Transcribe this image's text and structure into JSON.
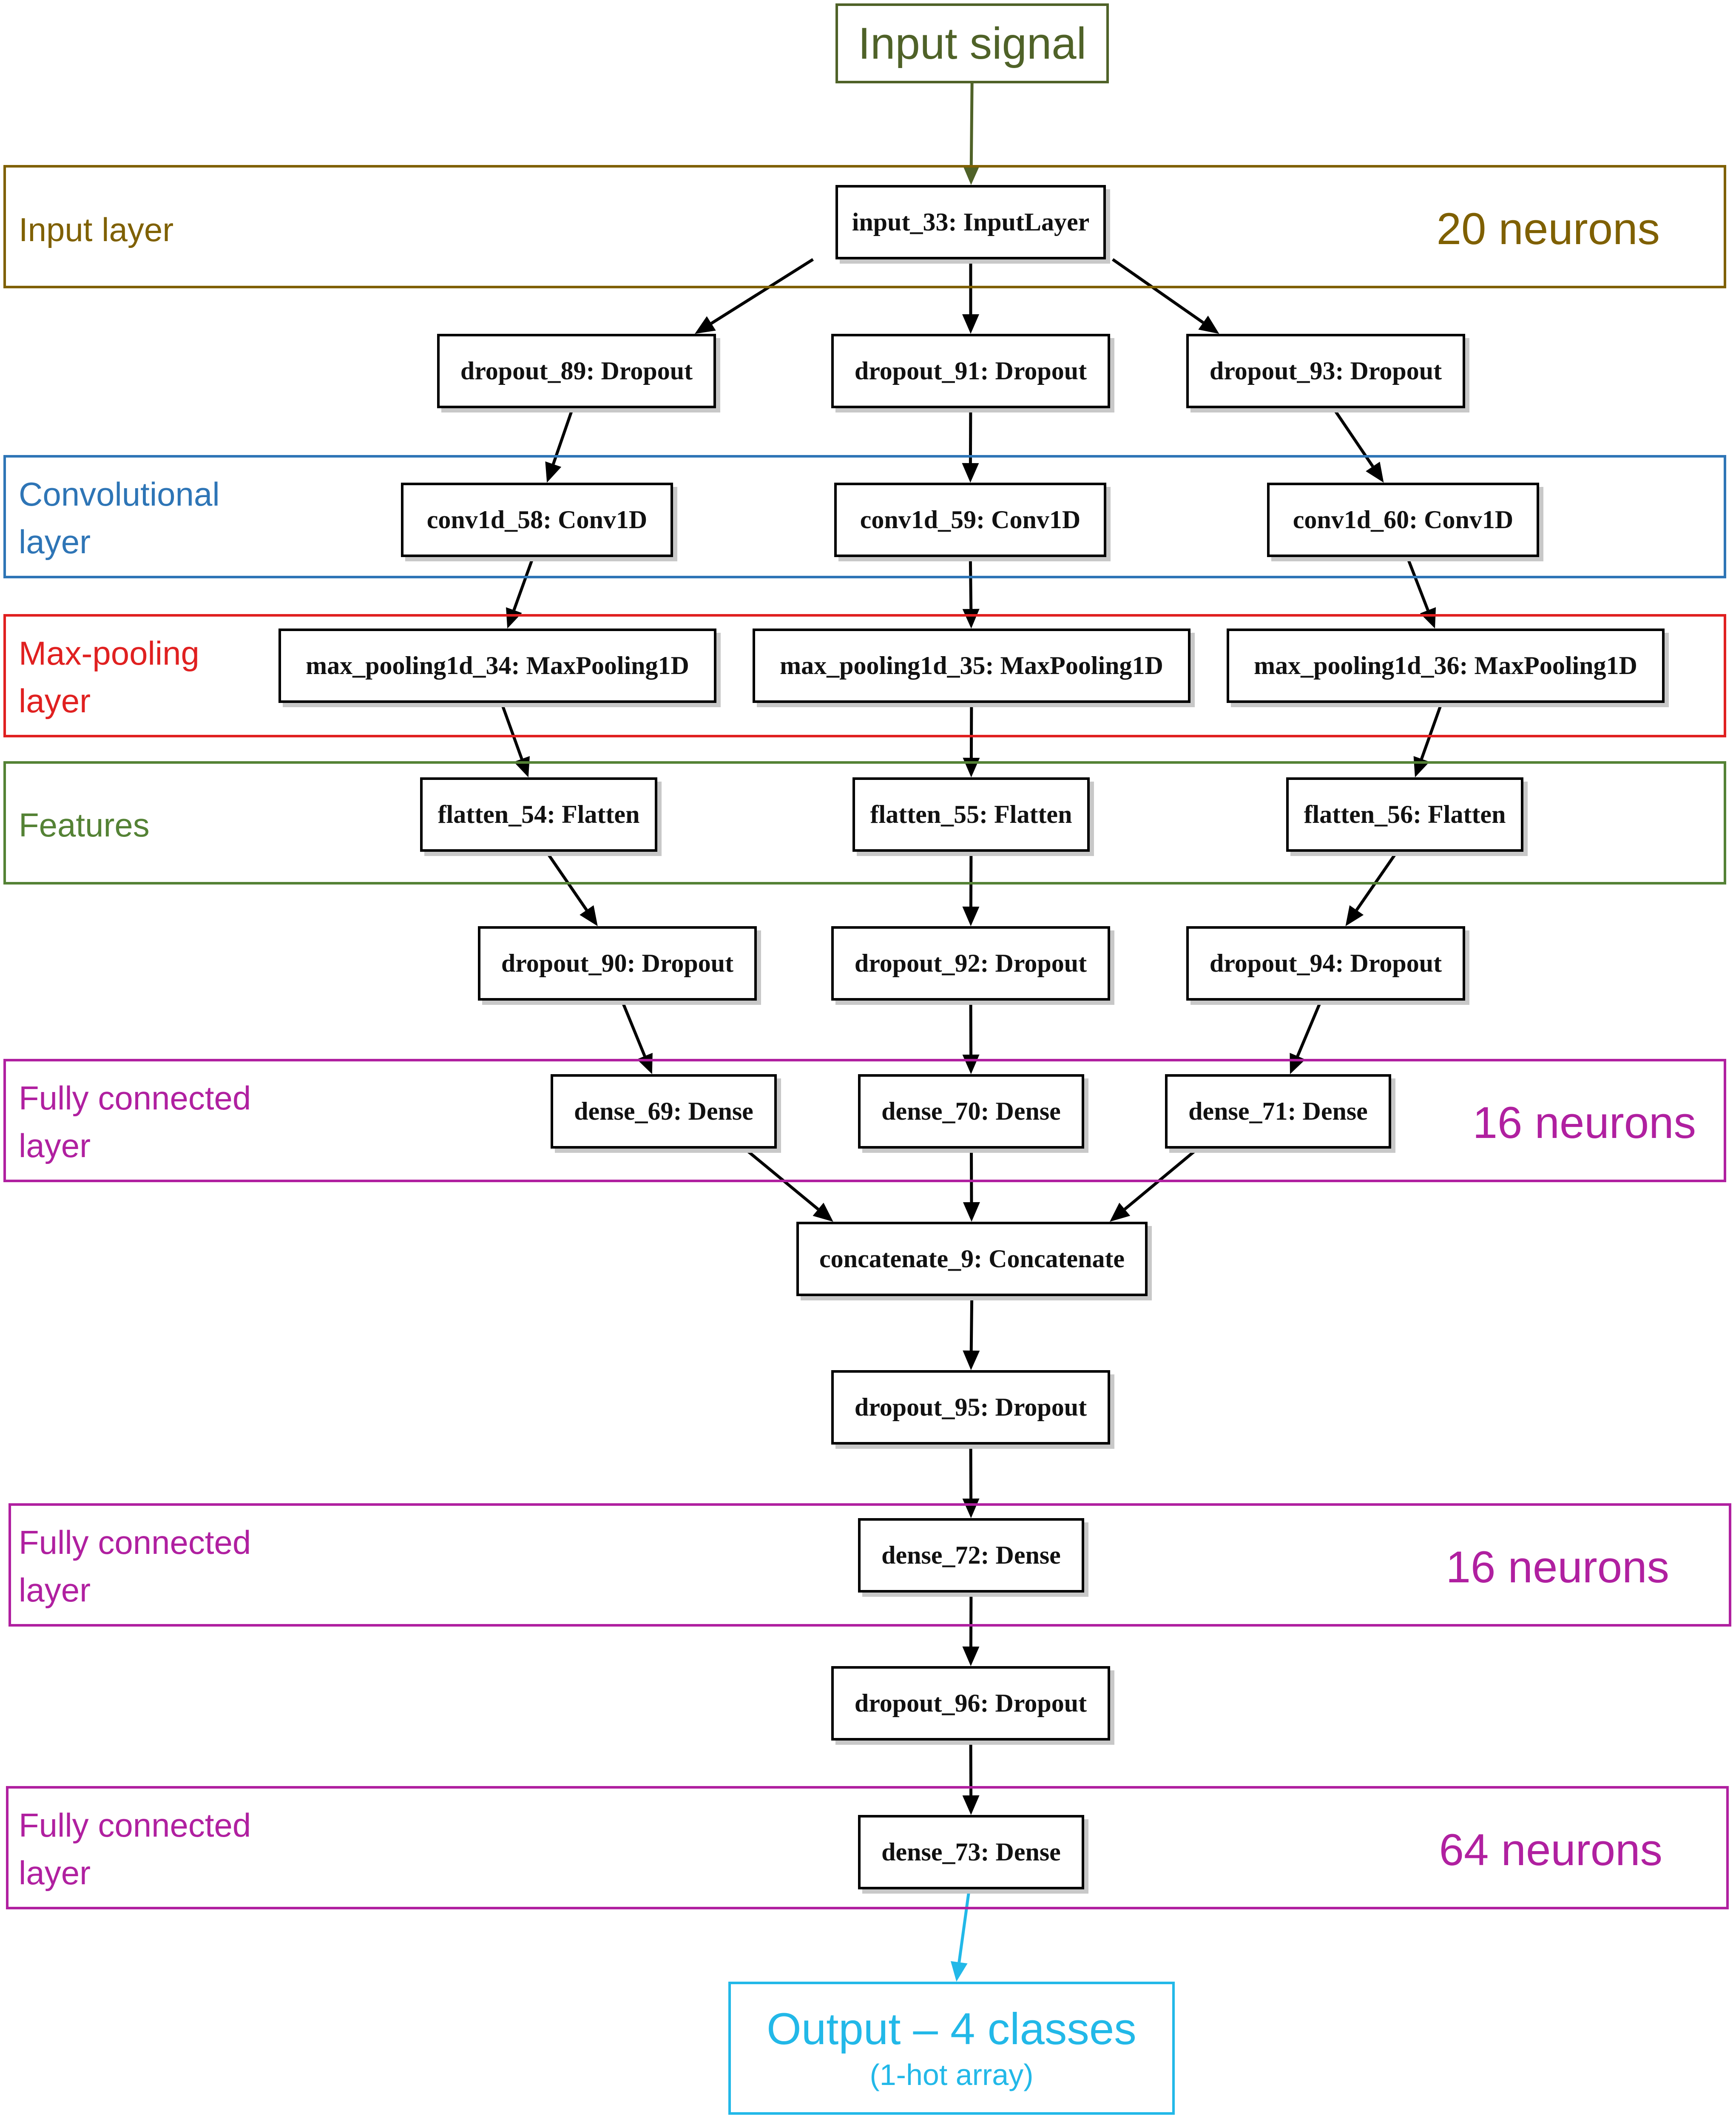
{
  "colors": {
    "input_signal": "#4f6228",
    "input_layer": "#7f6000",
    "conv": "#2e75b6",
    "pool": "#e02020",
    "features": "#548235",
    "dense": "#b020a0",
    "output": "#22b8e8",
    "node_border": "#000000"
  },
  "input_signal": {
    "label": "Input signal"
  },
  "bands": {
    "input_layer": {
      "label": "Input layer",
      "neurons": "20 neurons"
    },
    "conv": {
      "label": "Convolutional\nlayer"
    },
    "pool": {
      "label": "Max-pooling\nlayer"
    },
    "features": {
      "label": "Features"
    },
    "dense1": {
      "label": "Fully connected\nlayer",
      "neurons": "16 neurons"
    },
    "dense2": {
      "label": "Fully connected\nlayer",
      "neurons": "16 neurons"
    },
    "dense3": {
      "label": "Fully connected\nlayer",
      "neurons": "64 neurons"
    }
  },
  "nodes": {
    "input_33": "input_33: InputLayer",
    "dropout_89": "dropout_89: Dropout",
    "dropout_91": "dropout_91: Dropout",
    "dropout_93": "dropout_93: Dropout",
    "conv1d_58": "conv1d_58: Conv1D",
    "conv1d_59": "conv1d_59: Conv1D",
    "conv1d_60": "conv1d_60: Conv1D",
    "max_pooling1d_34": "max_pooling1d_34: MaxPooling1D",
    "max_pooling1d_35": "max_pooling1d_35: MaxPooling1D",
    "max_pooling1d_36": "max_pooling1d_36: MaxPooling1D",
    "flatten_54": "flatten_54: Flatten",
    "flatten_55": "flatten_55: Flatten",
    "flatten_56": "flatten_56: Flatten",
    "dropout_90": "dropout_90: Dropout",
    "dropout_92": "dropout_92: Dropout",
    "dropout_94": "dropout_94: Dropout",
    "dense_69": "dense_69: Dense",
    "dense_70": "dense_70: Dense",
    "dense_71": "dense_71: Dense",
    "concatenate_9": "concatenate_9: Concatenate",
    "dropout_95": "dropout_95: Dropout",
    "dense_72": "dense_72: Dense",
    "dropout_96": "dropout_96: Dropout",
    "dense_73": "dense_73: Dense"
  },
  "edges": [
    [
      "input_signal",
      "input_33"
    ],
    [
      "input_33",
      "dropout_89"
    ],
    [
      "input_33",
      "dropout_91"
    ],
    [
      "input_33",
      "dropout_93"
    ],
    [
      "dropout_89",
      "conv1d_58"
    ],
    [
      "dropout_91",
      "conv1d_59"
    ],
    [
      "dropout_93",
      "conv1d_60"
    ],
    [
      "conv1d_58",
      "max_pooling1d_34"
    ],
    [
      "conv1d_59",
      "max_pooling1d_35"
    ],
    [
      "conv1d_60",
      "max_pooling1d_36"
    ],
    [
      "max_pooling1d_34",
      "flatten_54"
    ],
    [
      "max_pooling1d_35",
      "flatten_55"
    ],
    [
      "max_pooling1d_36",
      "flatten_56"
    ],
    [
      "flatten_54",
      "dropout_90"
    ],
    [
      "flatten_55",
      "dropout_92"
    ],
    [
      "flatten_56",
      "dropout_94"
    ],
    [
      "dropout_90",
      "dense_69"
    ],
    [
      "dropout_92",
      "dense_70"
    ],
    [
      "dropout_94",
      "dense_71"
    ],
    [
      "dense_69",
      "concatenate_9"
    ],
    [
      "dense_70",
      "concatenate_9"
    ],
    [
      "dense_71",
      "concatenate_9"
    ],
    [
      "concatenate_9",
      "dropout_95"
    ],
    [
      "dropout_95",
      "dense_72"
    ],
    [
      "dense_72",
      "dropout_96"
    ],
    [
      "dropout_96",
      "dense_73"
    ],
    [
      "dense_73",
      "output"
    ]
  ],
  "output": {
    "title": "Output – 4 classes",
    "subtitle": "(1-hot array)"
  }
}
